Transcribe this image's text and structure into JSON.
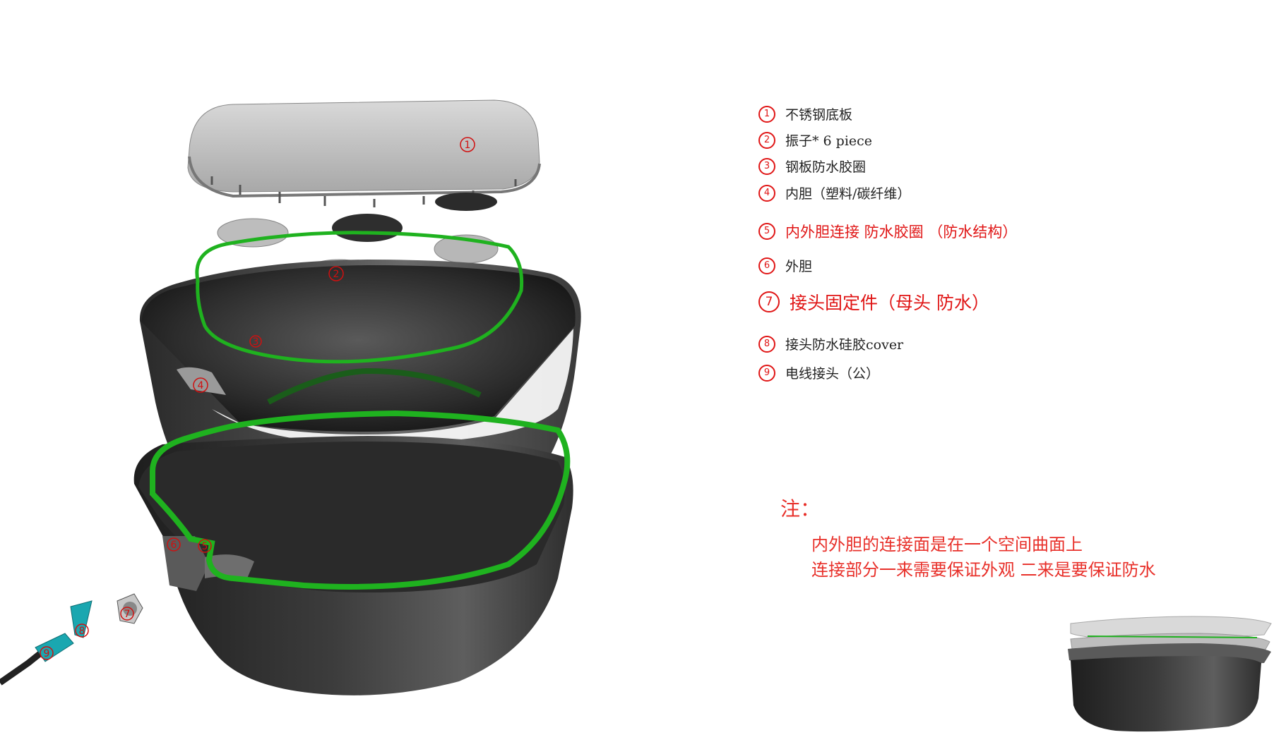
{
  "legend": {
    "items": [
      {
        "num": "1",
        "label": "不锈钢底板"
      },
      {
        "num": "2",
        "label": "振子* 6 piece"
      },
      {
        "num": "3",
        "label": "钢板防水胶圈"
      },
      {
        "num": "4",
        "label": "内胆（塑料/碳纤维）"
      },
      {
        "num": "5",
        "label": "内外胆连接 防水胶圈 （防水结构）"
      },
      {
        "num": "6",
        "label": "外胆"
      },
      {
        "num": "7",
        "label": "接头固定件（母头 防水）"
      },
      {
        "num": "8",
        "label": "接头防水硅胶cover"
      },
      {
        "num": "9",
        "label": "电线接头（公）"
      }
    ]
  },
  "note": {
    "title": "注：",
    "lines": [
      "内外胆的连接面是在一个空间曲面上",
      "连接部分一来需要保证外观  二来是要保证防水"
    ]
  },
  "diagram": {
    "callouts": [
      "1",
      "2",
      "3",
      "4",
      "5",
      "6",
      "7",
      "8",
      "9"
    ],
    "colors": {
      "seal": "#1fb21f",
      "accent": "#e01515",
      "connector": "#1aa7b0",
      "plate": "#c9c9c9",
      "body": "#3a3a3a"
    }
  }
}
